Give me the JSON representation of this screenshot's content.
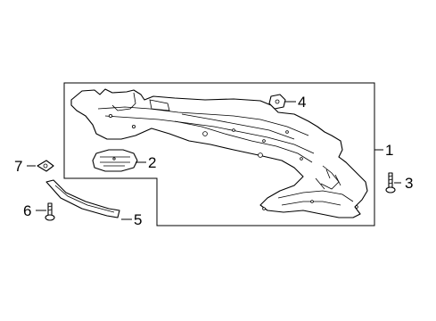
{
  "diagram": {
    "callouts": [
      {
        "id": "1",
        "label": "1"
      },
      {
        "id": "2",
        "label": "2"
      },
      {
        "id": "3",
        "label": "3"
      },
      {
        "id": "4",
        "label": "4"
      },
      {
        "id": "5",
        "label": "5"
      },
      {
        "id": "6",
        "label": "6"
      },
      {
        "id": "7",
        "label": "7"
      }
    ],
    "line_color": "#000000",
    "background": "#ffffff"
  }
}
